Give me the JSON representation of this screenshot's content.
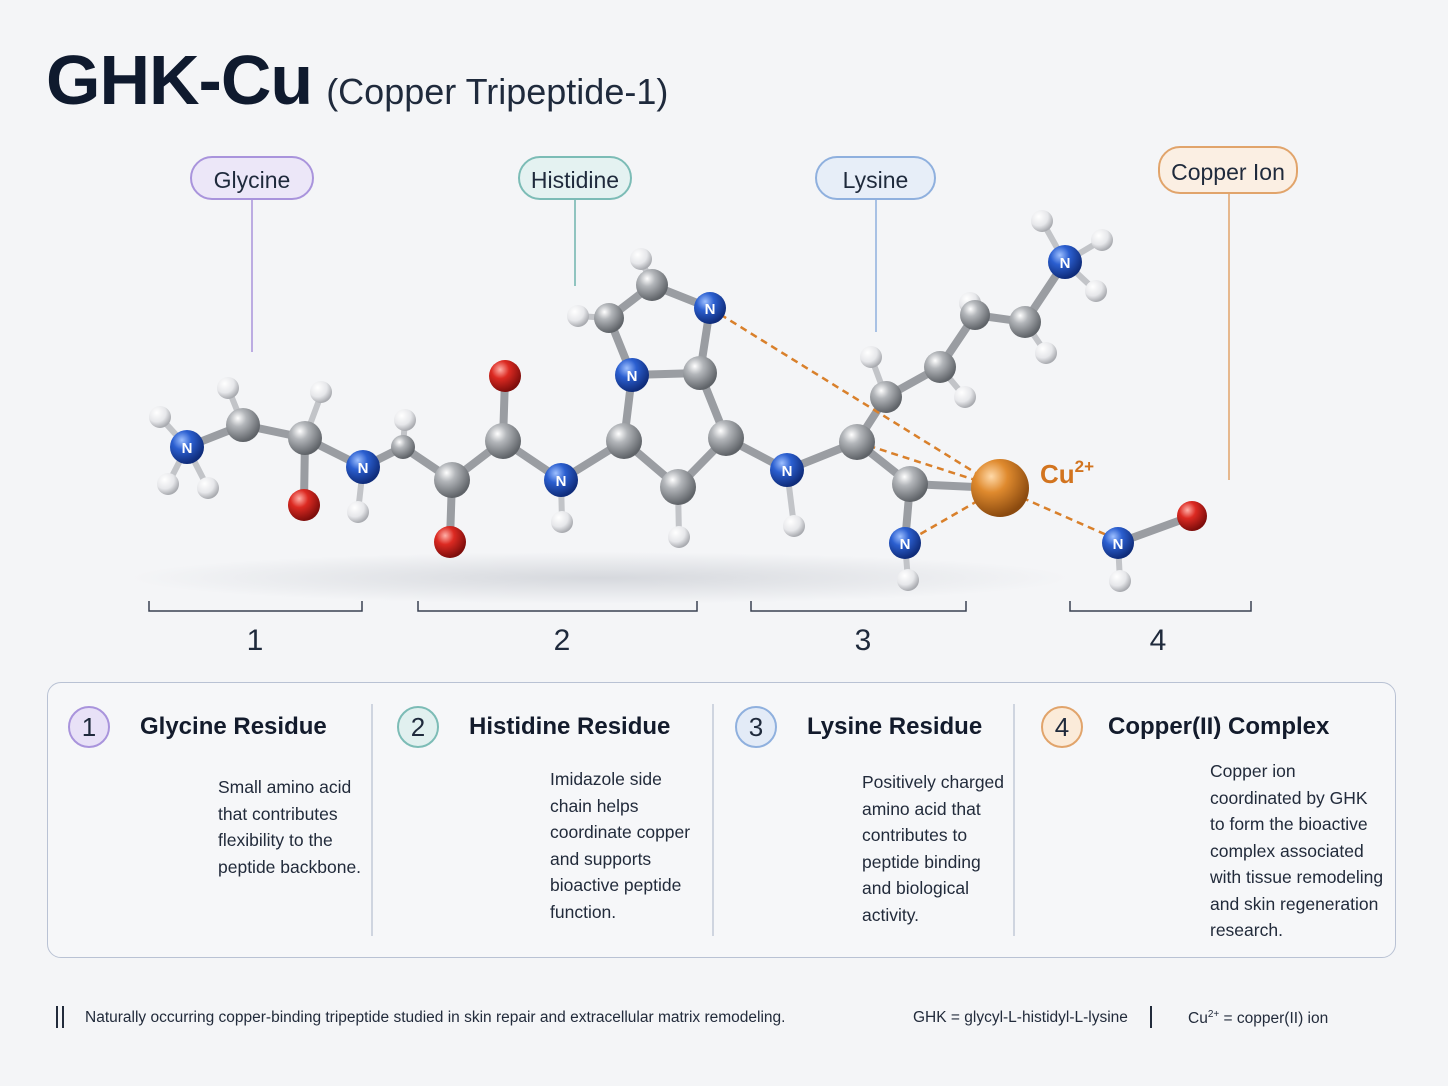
{
  "title": {
    "main": "GHK-Cu",
    "subtitle": "(Copper Tripeptide-1)"
  },
  "labels": {
    "glycine": "Glycine",
    "histidine": "Histidine",
    "lysine": "Lysine",
    "copper": "Copper Ion"
  },
  "atoms": {
    "nitrogen": "N",
    "copper_symbol": "Cu",
    "copper_charge": "2+",
    "copper_small": "Cu",
    "copper_small_charge": "2+"
  },
  "segments": [
    "1",
    "2",
    "3",
    "4"
  ],
  "cards": [
    {
      "num": "1",
      "title": "Glycine Residue",
      "desc": "Small amino acid\nthat contributes\nflexibility to the\npeptide backbone."
    },
    {
      "num": "2",
      "title": "Histidine Residue",
      "desc": "Imidazole side\nchain helps\ncoordinate copper\nand supports\nbioactive peptide\nfunction."
    },
    {
      "num": "3",
      "title": "Lysine Residue",
      "desc": "Positively charged\namino acid that\ncontributes to\npeptide binding\nand biological\nactivity."
    },
    {
      "num": "4",
      "title": "Copper(II) Complex",
      "desc": "Copper ion\ncoordinated by GHK\nto form the bioactive\ncomplex associated\nwith tissue remodeling\nand skin regeneration\nresearch."
    }
  ],
  "footer": {
    "note": "Naturally occurring copper-binding tripeptide studied in skin repair and extracellular matrix remodeling.",
    "ghk_def": "GHK = glycyl-L-histidyl-L-lysine",
    "cu_prefix": "Cu",
    "cu_sup": "2+",
    "cu_def": " = copper(II) ion"
  },
  "colors": {
    "carbon": "#8e9196",
    "nitrogen": "#1f4fb8",
    "oxygen": "#d0201f",
    "hydrogen": "#e9eaec",
    "copper": "#d9802b",
    "glycine_accent": "#a994dc",
    "histidine_accent": "#7cbcb6",
    "lysine_accent": "#8fb0de",
    "copper_accent": "#e1a46b"
  }
}
